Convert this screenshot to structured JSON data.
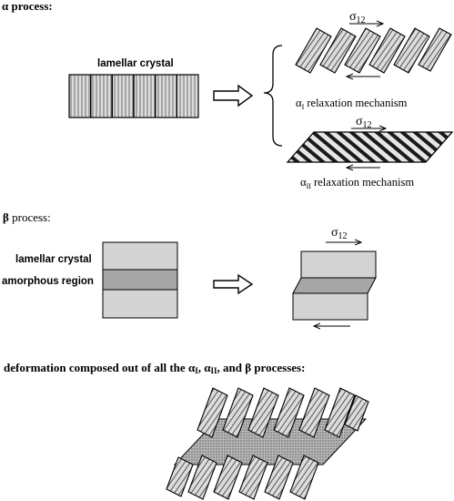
{
  "alpha_section": {
    "heading": "α process:",
    "lamellar_label": "lamellar crystal",
    "alpha_I": {
      "caption_symbol": "α",
      "caption_subscript": "I",
      "caption_text": " relaxation mechanism",
      "stress_symbol": "σ",
      "stress_subscript": "12"
    },
    "alpha_II": {
      "caption_symbol": "α",
      "caption_subscript": "II",
      "caption_text": " relaxation mechanism",
      "stress_symbol": "σ",
      "stress_subscript": "12"
    }
  },
  "beta_section": {
    "heading_symbol": "β",
    "heading_text": " process:",
    "lamellar_label": "lamellar crystal",
    "amorphous_label": "amorphous region",
    "stress_symbol": "σ",
    "stress_subscript": "12"
  },
  "combined_section": {
    "heading_part1": "deformation composed out of all the ",
    "alpha_symbol": "α",
    "sub_I": "I",
    "sep1": ", ",
    "sub_II": "II",
    "sep2": ", and ",
    "beta_symbol": "β",
    "heading_part2": " processes:"
  },
  "colors": {
    "crystal_fill": "#d3d3d3",
    "amorphous_fill": "#a6a6a6",
    "hatch_line": "#3a3a3a",
    "stroke": "#000000",
    "dotted_region": "#9a9a9a"
  }
}
